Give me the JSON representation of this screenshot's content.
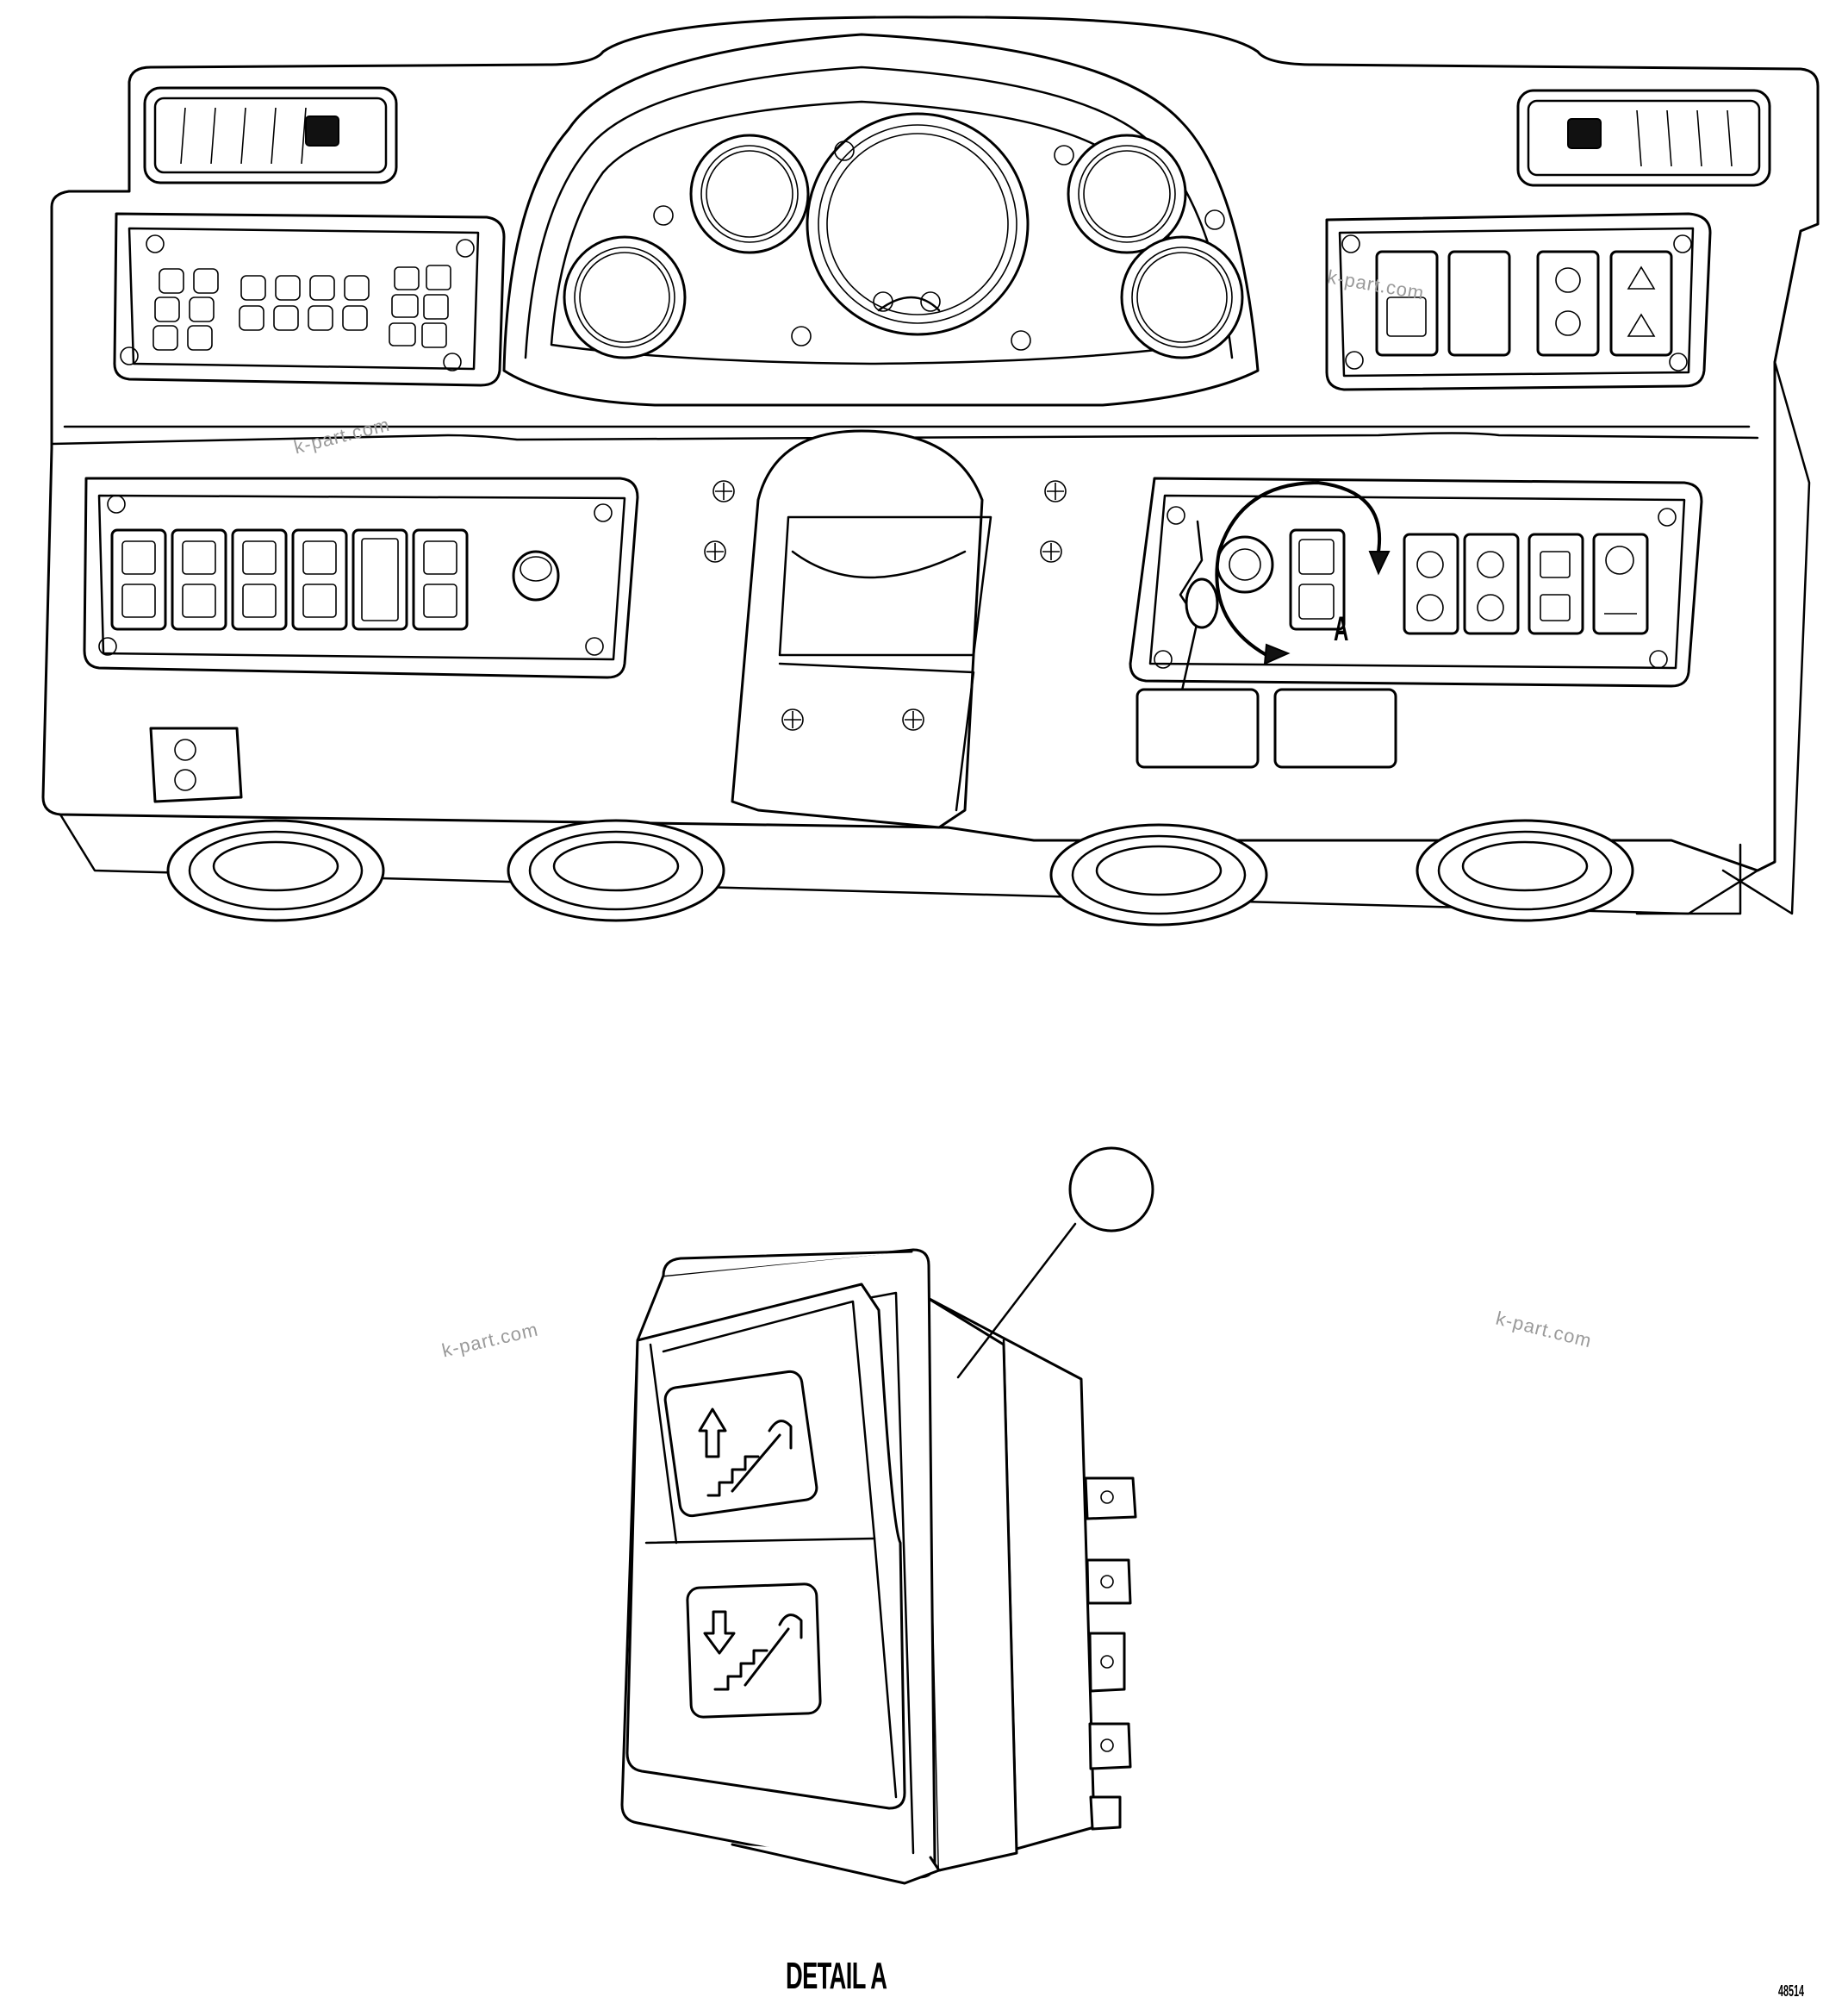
{
  "figure": {
    "detail_label": "DETAIL A",
    "callout_letter": "A",
    "drawing_number": "48514",
    "watermarks": [
      "k-part.com",
      "k-part.com",
      "k-part.com",
      "k-part.com"
    ],
    "switch_symbols": {
      "upper": "arrow-up-stairs-icon",
      "lower": "arrow-down-stairs-icon"
    }
  }
}
